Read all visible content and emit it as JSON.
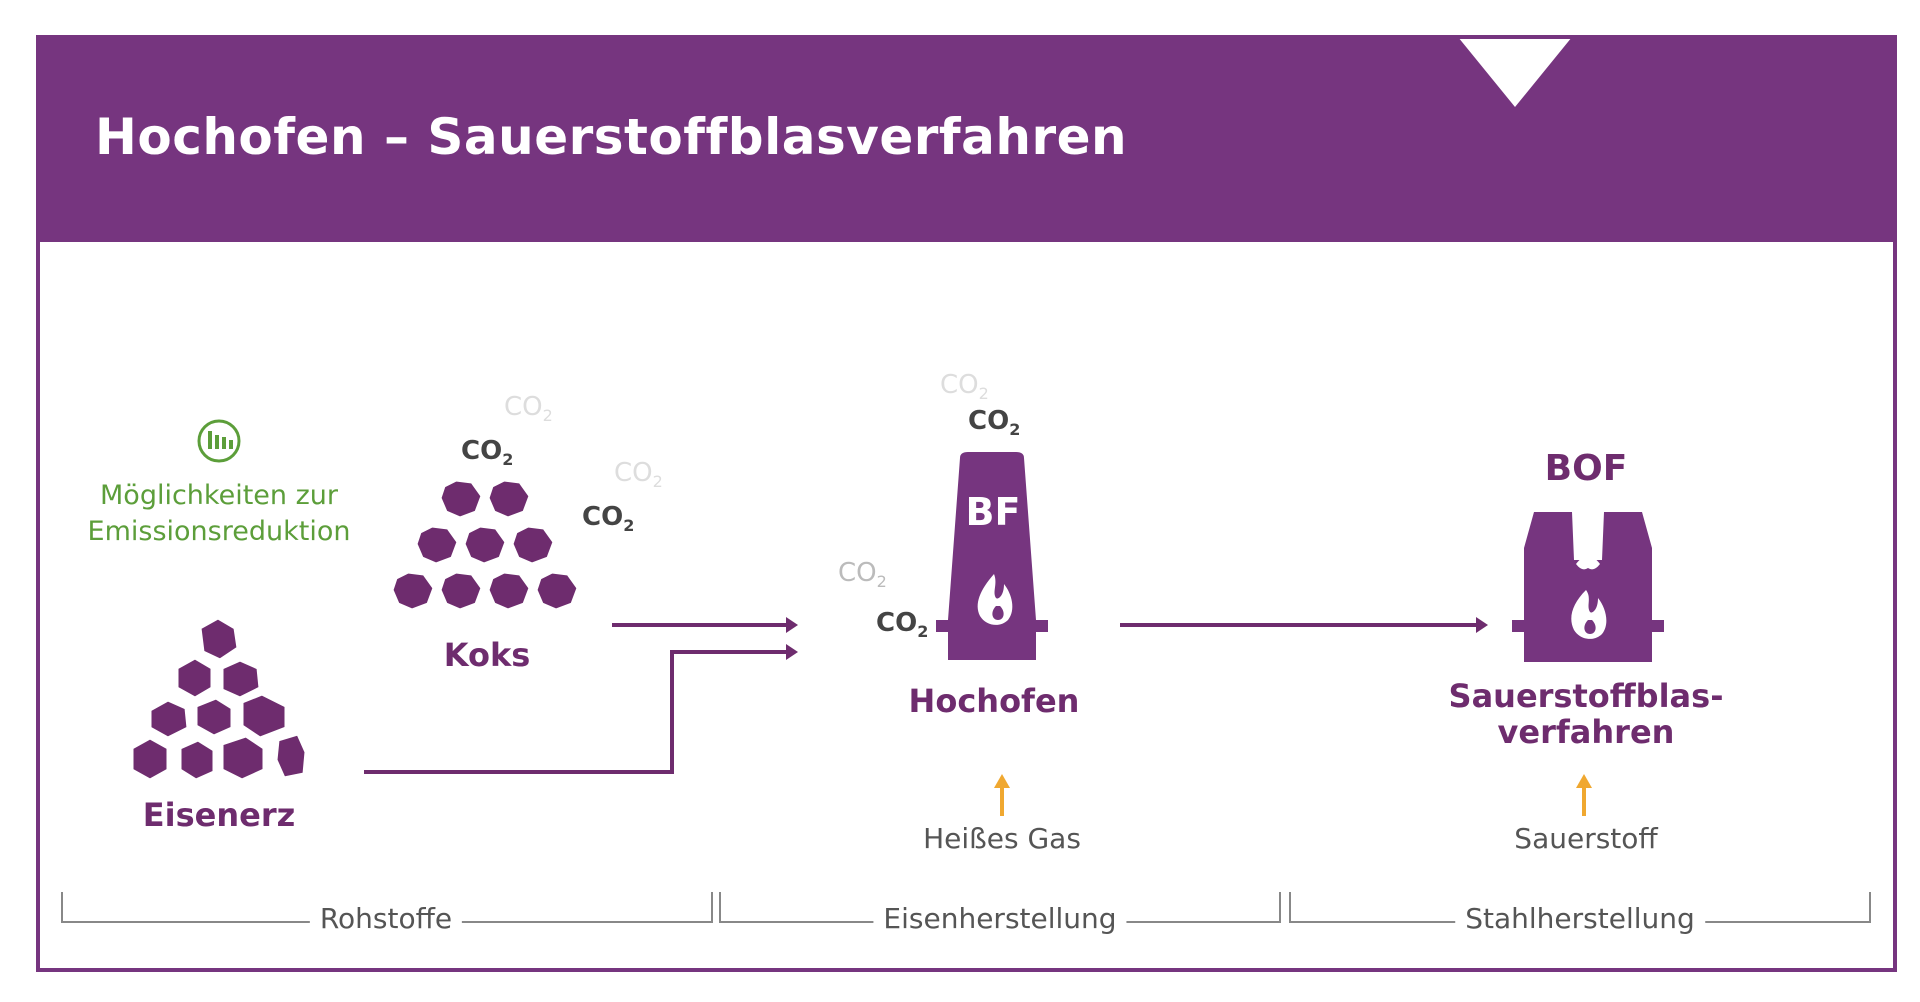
{
  "header": {
    "title": "Hochofen – Sauerstoffblasverfahren"
  },
  "colors": {
    "brand_purple": "#76357f",
    "dark_purple": "#6e2c6e",
    "orange_arrow": "#f0a830",
    "green": "#5c9e3a",
    "gray_text": "#555555"
  },
  "reduction_hint": {
    "icon": "emission-reduction-icon",
    "line1": "Möglichkeiten zur",
    "line2": "Emissionsreduktion"
  },
  "raw_materials": {
    "ore_label": "Eisenerz",
    "coke_label": "Koks"
  },
  "co2": {
    "text": "CO",
    "sub": "2"
  },
  "blast_furnace": {
    "badge": "BF",
    "label": "Hochofen",
    "input_label": "Heißes Gas"
  },
  "bof": {
    "badge": "BOF",
    "label_line1": "Sauerstoffblas-",
    "label_line2": "verfahren",
    "input_label": "Sauerstoff"
  },
  "sections": [
    {
      "label": "Rohstoffe"
    },
    {
      "label": "Eisenherstellung"
    },
    {
      "label": "Stahlherstellung"
    }
  ]
}
